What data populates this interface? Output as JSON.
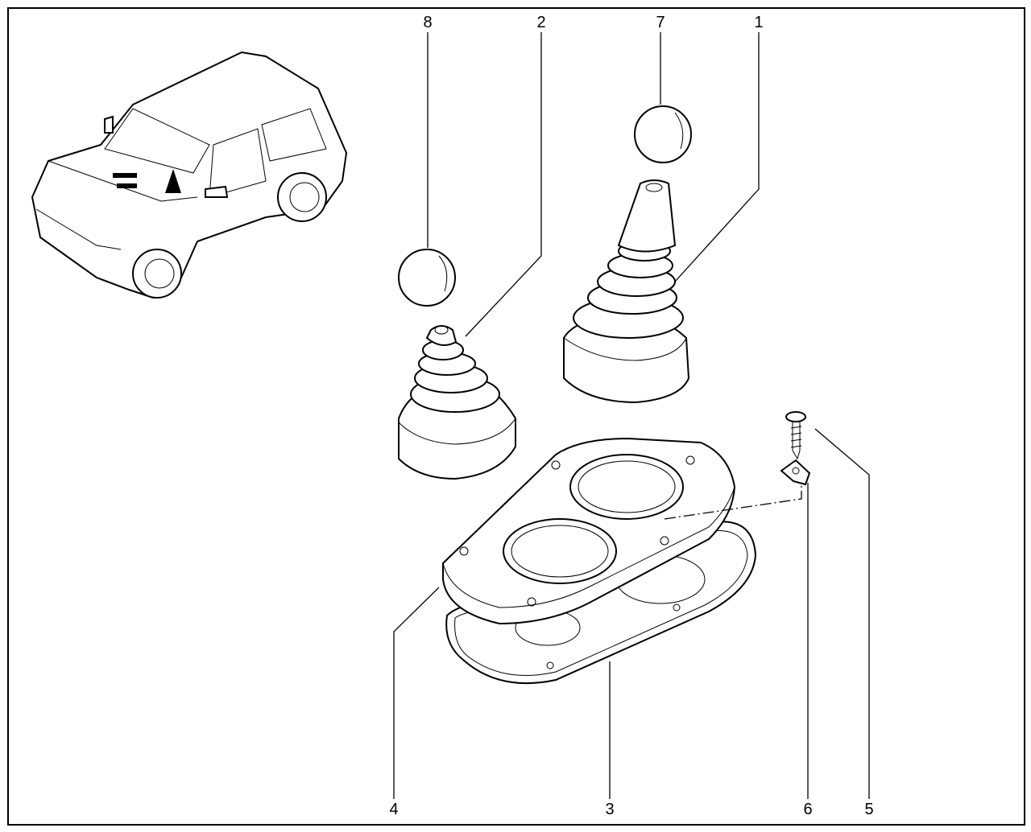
{
  "diagram": {
    "callouts": [
      {
        "id": "8",
        "part": "cap-small"
      },
      {
        "id": "2",
        "part": "boot-small"
      },
      {
        "id": "7",
        "part": "cap-large"
      },
      {
        "id": "1",
        "part": "boot-large"
      },
      {
        "id": "4",
        "part": "upper-plate"
      },
      {
        "id": "3",
        "part": "lower-seal"
      },
      {
        "id": "6",
        "part": "clip-nut"
      },
      {
        "id": "5",
        "part": "screw"
      }
    ]
  }
}
